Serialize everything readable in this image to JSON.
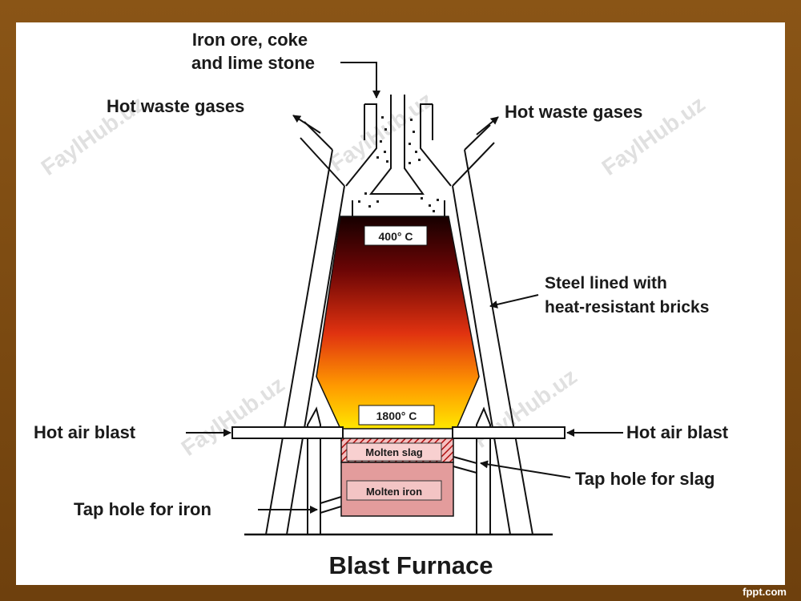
{
  "diagram": {
    "title": "Blast Furnace",
    "labels": {
      "input_line1": "Iron ore, coke",
      "input_line2": "and lime stone",
      "waste_left": "Hot waste gases",
      "waste_right": "Hot waste gases",
      "lining_line1": "Steel lined with",
      "lining_line2": "heat-resistant bricks",
      "air_left": "Hot air blast",
      "air_right": "Hot air blast",
      "slag_tap": "Tap hole for slag",
      "iron_tap": "Tap hole for iron",
      "temp_top": "400° C",
      "temp_bottom": "1800° C",
      "molten_slag": "Molten slag",
      "molten_iron": "Molten iron"
    },
    "watermark": "FaylHub.uz"
  },
  "footer": {
    "credit": "fppt.com"
  },
  "colors": {
    "frame": "#7a4a12",
    "hot_top": "#1a0000",
    "hot_mid": "#e83010",
    "hot_bottom": "#ffe000",
    "slag_fill": "#f4b8b8",
    "iron_fill": "#e8a0a0"
  }
}
